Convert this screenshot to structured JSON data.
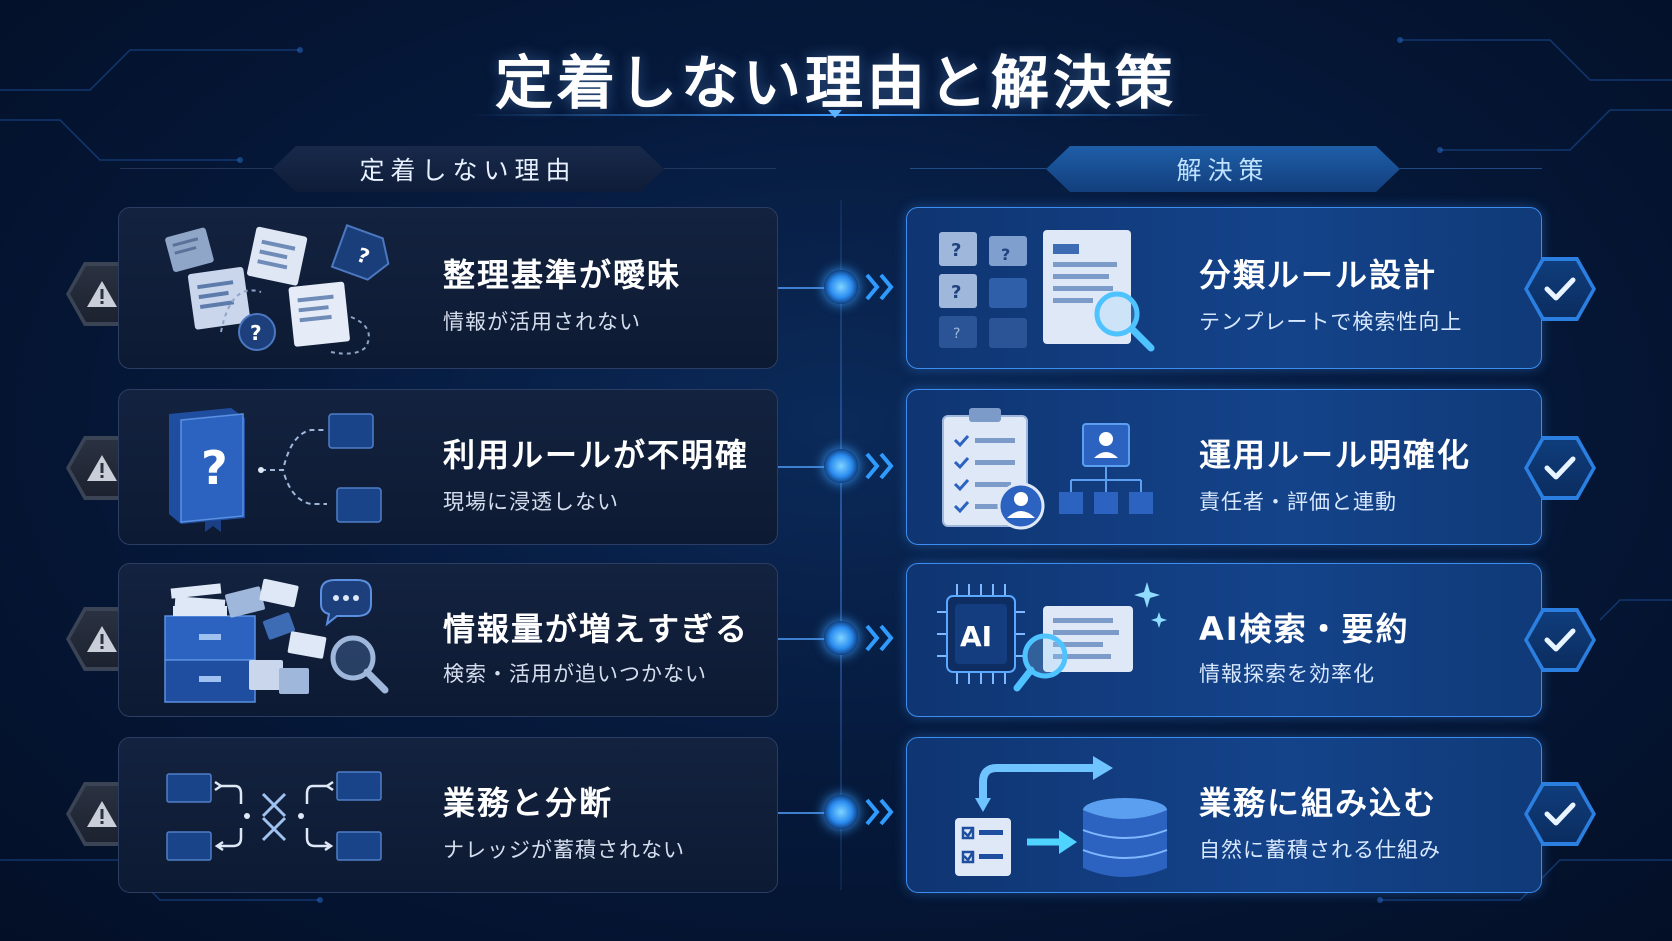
{
  "title": "定着しない理由と解決策",
  "headers": {
    "reasons": "定着しない理由",
    "solutions": "解決策"
  },
  "reasons": [
    {
      "title": "整理基準が曖昧",
      "subtitle": "情報が活用されない"
    },
    {
      "title": "利用ルールが不明確",
      "subtitle": "現場に浸透しない"
    },
    {
      "title": "情報量が増えすぎる",
      "subtitle": "検索・活用が追いつかない"
    },
    {
      "title": "業務と分断",
      "subtitle": "ナレッジが蓄積されない"
    }
  ],
  "solutions": [
    {
      "title": "分類ルール設計",
      "subtitle": "テンプレートで検索性向上"
    },
    {
      "title": "運用ルール明確化",
      "subtitle": "責任者・評価と連動"
    },
    {
      "title": "AI検索・要約",
      "subtitle": "情報探索を効率化"
    },
    {
      "title": "業務に組み込む",
      "subtitle": "自然に蓄積される仕組み"
    }
  ],
  "icon_text": {
    "question": "?",
    "ai": "AI"
  },
  "icons": {
    "reasons": [
      "scattered-documents-icon",
      "rulebook-flow-icon",
      "overflowing-files-icon",
      "disconnected-flow-icon"
    ],
    "solutions": [
      "folder-classification-icon",
      "checklist-org-chart-icon",
      "ai-chip-search-icon",
      "workflow-database-icon"
    ],
    "warning": "warning-icon",
    "check": "check-icon"
  },
  "colors": {
    "background": "#04132e",
    "accent": "#3d9cff",
    "solution_card": "#14438a",
    "reason_card": "#13223f"
  }
}
